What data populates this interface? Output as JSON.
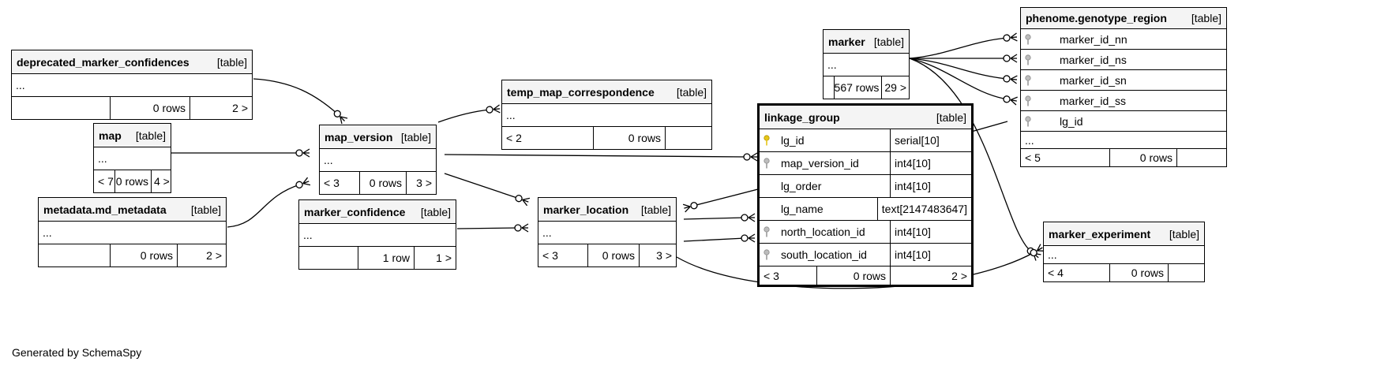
{
  "footer": "Generated by SchemaSpy",
  "type_tag": "[table]",
  "ellipsis": "...",
  "tables": {
    "deprecated_marker_confidences": {
      "name": "deprecated_marker_confidences",
      "stats": [
        "",
        "0 rows",
        "2 >"
      ]
    },
    "map": {
      "name": "map",
      "stats": [
        "< 7",
        "0 rows",
        "4 >"
      ]
    },
    "metadata_md_metadata": {
      "name": "metadata.md_metadata",
      "stats": [
        "",
        "0 rows",
        "2 >"
      ]
    },
    "map_version": {
      "name": "map_version",
      "stats": [
        "< 3",
        "0 rows",
        "3 >"
      ]
    },
    "marker_confidence": {
      "name": "marker_confidence",
      "stats": [
        "",
        "1 row",
        "1 >"
      ]
    },
    "temp_map_correspondence": {
      "name": "temp_map_correspondence",
      "stats": [
        "< 2",
        "0 rows",
        ""
      ]
    },
    "marker_location": {
      "name": "marker_location",
      "stats": [
        "< 3",
        "0 rows",
        "3 >"
      ]
    },
    "marker": {
      "name": "marker",
      "stats": [
        "",
        "567 rows",
        "29 >"
      ]
    },
    "linkage_group": {
      "name": "linkage_group",
      "columns": [
        {
          "name": "lg_id",
          "type": "serial[10]",
          "key": "primary"
        },
        {
          "name": "map_version_id",
          "type": "int4[10]",
          "key": "foreign"
        },
        {
          "name": "lg_order",
          "type": "int4[10]",
          "key": "none"
        },
        {
          "name": "lg_name",
          "type": "text[2147483647]",
          "key": "none"
        },
        {
          "name": "north_location_id",
          "type": "int4[10]",
          "key": "foreign"
        },
        {
          "name": "south_location_id",
          "type": "int4[10]",
          "key": "foreign"
        }
      ],
      "stats": [
        "< 3",
        "0 rows",
        "2 >"
      ]
    },
    "phenome_genotype_region": {
      "name": "phenome.genotype_region",
      "columns": [
        {
          "name": "marker_id_nn",
          "key": "foreign"
        },
        {
          "name": "marker_id_ns",
          "key": "foreign"
        },
        {
          "name": "marker_id_sn",
          "key": "foreign"
        },
        {
          "name": "marker_id_ss",
          "key": "foreign"
        },
        {
          "name": "lg_id",
          "key": "foreign"
        }
      ],
      "stats": [
        "< 5",
        "0 rows",
        ""
      ]
    },
    "marker_experiment": {
      "name": "marker_experiment",
      "stats": [
        "< 4",
        "0 rows",
        ""
      ]
    }
  },
  "colors": {
    "primary_key": "#e6c619",
    "foreign_key": "#9a9a9a",
    "header_bg": "#f4f4f4",
    "line": "#000000"
  },
  "icons": {
    "primary_key": "key-icon",
    "foreign_key": "key-icon"
  }
}
